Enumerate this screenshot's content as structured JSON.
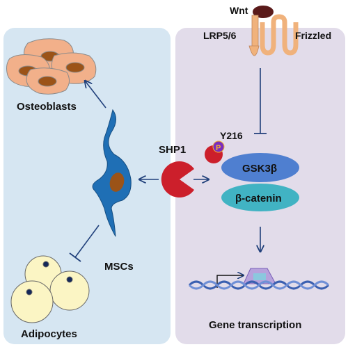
{
  "labels": {
    "wnt": "Wnt",
    "lrp": "LRP5/6",
    "frizzled": "Frizzled",
    "osteoblasts": "Osteoblasts",
    "shp1": "SHP1",
    "y216": "Y216",
    "phospho": "P",
    "gsk3b": "GSK3β",
    "bcatenin": "β-catenin",
    "mscs": "MSCs",
    "adipocytes": "Adipocytes",
    "gene_transcription": "Gene transcription"
  },
  "colors": {
    "left_panel": "#d6e6f2",
    "right_panel": "#e2dcea",
    "osteoblast_cell": "#f2b08a",
    "osteoblast_nucleus": "#9b5318",
    "msc": "#1f6fb5",
    "msc_nucleus": "#9b5318",
    "shp1": "#cc1f2b",
    "gsk3b": "#4f7fd0",
    "bcatenin": "#41b3c3",
    "adipocyte": "#fbf5c4",
    "adipocyte_nucleus": "#14285a",
    "wnt": "#5a1a1a",
    "receptor": "#f0b27c",
    "arrow": "#1f3f7a",
    "dna": "#3a5fb0"
  }
}
